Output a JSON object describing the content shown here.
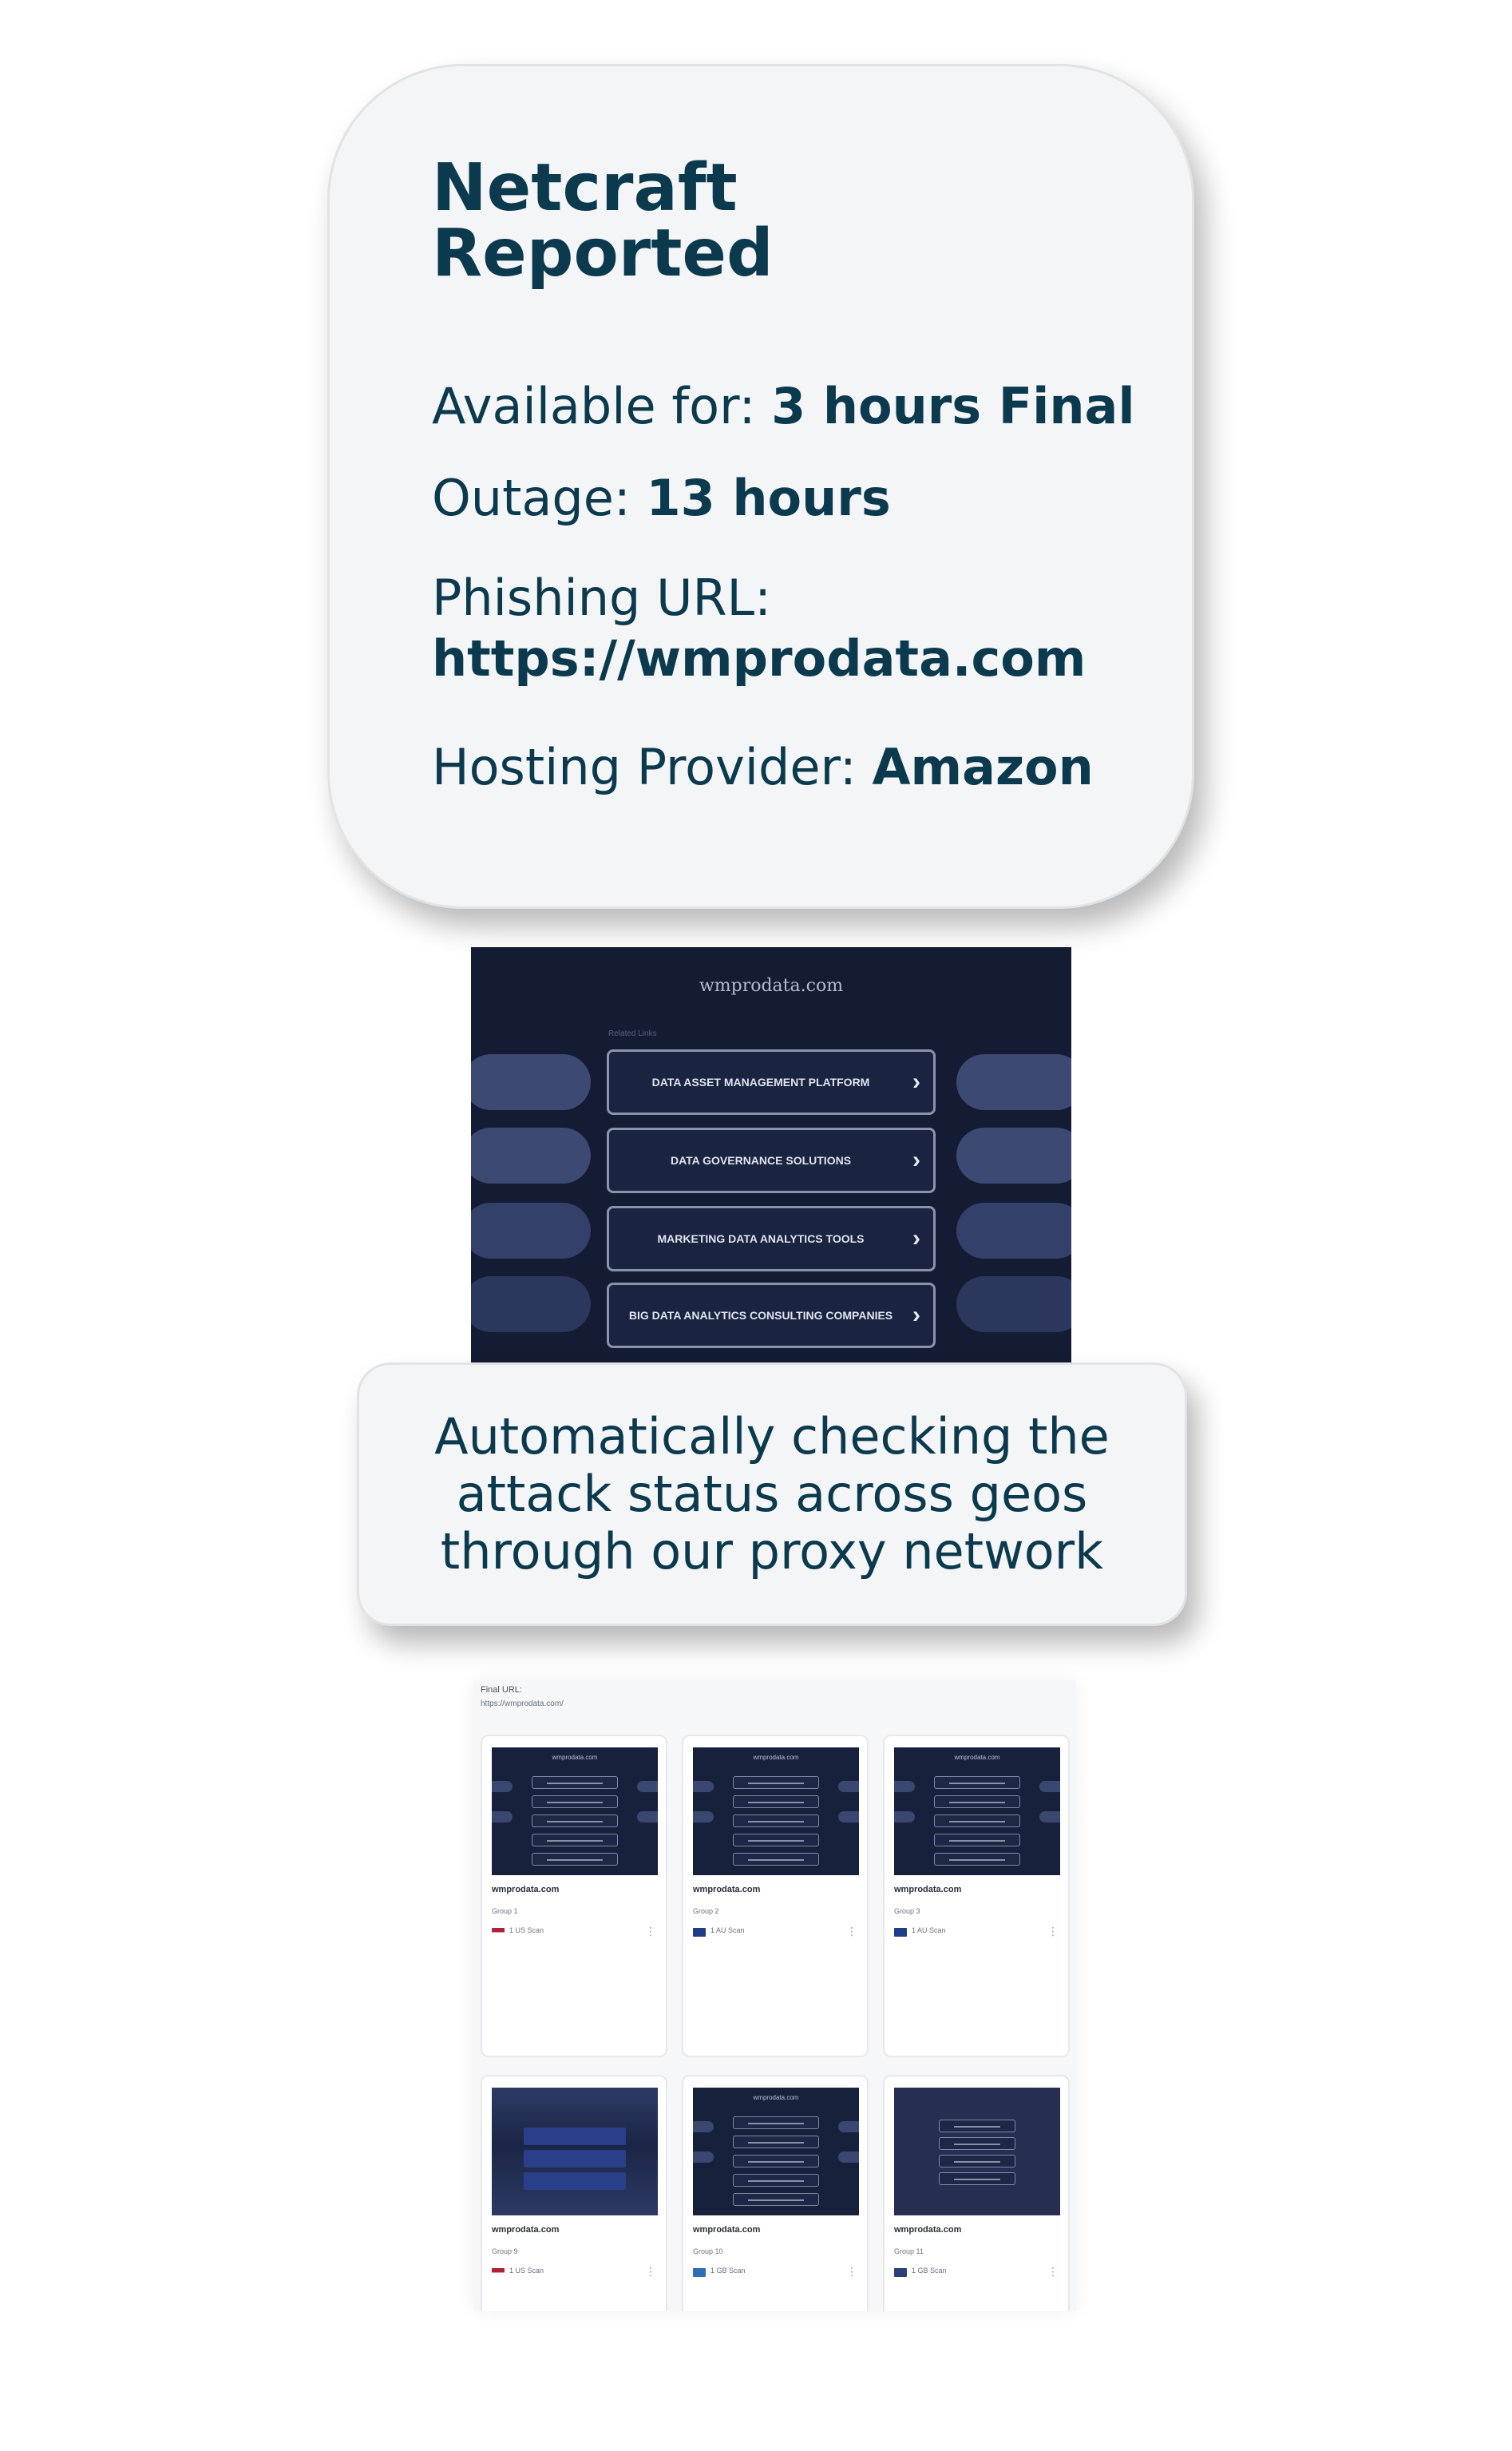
{
  "report": {
    "title_line1": "Netcraft",
    "title_line2": "Reported",
    "available_label": "Available for: ",
    "available_value": "3 hours Final",
    "outage_label": "Outage: ",
    "outage_value": "13 hours",
    "url_label": "Phishing URL:",
    "url_value": "https://wmprodata.com",
    "hosting_label": "Hosting Provider: ",
    "hosting_value": "Amazon"
  },
  "site": {
    "domain": "wmprodata.com",
    "related_label": "Related Links",
    "links": [
      "DATA ASSET MANAGEMENT PLATFORM",
      "DATA GOVERNANCE SOLUTIONS",
      "MARKETING DATA ANALYTICS TOOLS",
      "BIG DATA ANALYTICS CONSULTING COMPANIES"
    ]
  },
  "caption": {
    "text": "Automatically checking the attack status across geos through our proxy network"
  },
  "results": {
    "label": "Final URL:",
    "url": "https://wmprodata.com/",
    "cards": [
      {
        "domain": "wmprodata.com",
        "group": "Group 1",
        "scan": "1 US Scan",
        "flag_color": "#b22234"
      },
      {
        "domain": "wmprodata.com",
        "group": "Group 2",
        "scan": "1 AU Scan",
        "flag_color": "#1f3c88"
      },
      {
        "domain": "wmprodata.com",
        "group": "Group 3",
        "scan": "1 AU Scan",
        "flag_color": "#1f3c88"
      },
      {
        "domain": "wmprodata.com",
        "group": "Group 9",
        "scan": "1 US Scan",
        "flag_color": "#b22234"
      },
      {
        "domain": "wmprodata.com",
        "group": "Group 10",
        "scan": "1 GB Scan",
        "flag_color": "#2c6fb5"
      },
      {
        "domain": "wmprodata.com",
        "group": "Group 11",
        "scan": "1 GB Scan",
        "flag_color": "#2c3f7a"
      }
    ]
  }
}
